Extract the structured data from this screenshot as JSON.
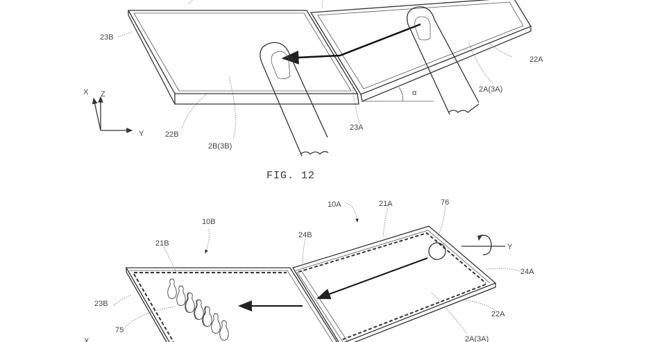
{
  "figure_top": {
    "labels": {
      "l23B": "23B",
      "l22A": "22A",
      "l2A3A": "2A(3A)",
      "l23A": "23A",
      "l22B": "22B",
      "l2B3B": "2B(3B)",
      "alpha": "α",
      "axisX": "X",
      "axisZ": "Z",
      "axisY": "Y"
    }
  },
  "caption": "FIG. 12",
  "figure_bottom": {
    "labels": {
      "l10A": "10A",
      "l21A": "21A",
      "l76": "76",
      "axisY": "Y",
      "l24A": "24A",
      "l22A": "22A",
      "l2A3A": "2A(3A)",
      "l10B": "10B",
      "l24B": "24B",
      "l21B": "21B",
      "l23B": "23B",
      "l75": "75",
      "axisX": "X"
    }
  }
}
